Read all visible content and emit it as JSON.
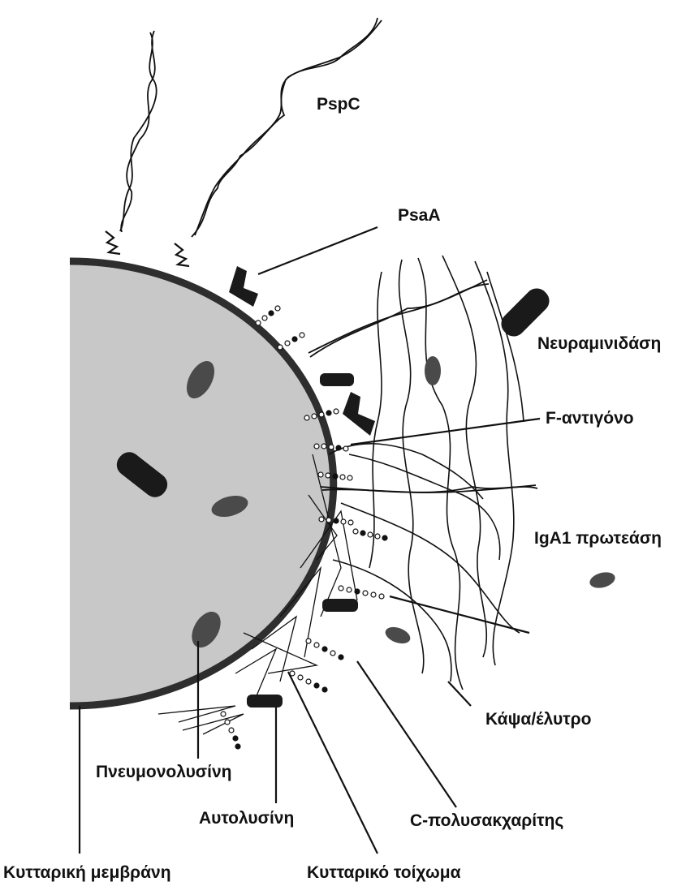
{
  "labels": {
    "pspc": "PspC",
    "psaa": "PsaA",
    "neuraminidase": "Νευραμινιδάση",
    "f_antigen": "F-αντιγόνο",
    "iga1_protease": "IgA1 πρωτεάση",
    "capsule": "Κάψα/έλυτρο",
    "c_polysaccharide": "C-πολυσακχαρίτης",
    "pneumolysin": "Πνευμονολυσίνη",
    "autolysin": "Αυτολυσίνη",
    "cell_membrane": "Κυτταρική μεμβράνη",
    "cell_wall": "Κυτταρικό τοίχωμα"
  },
  "colors": {
    "cell_fill": "#c8c8c8",
    "membrane": "#2e2e2e",
    "dark_protein": "#1a1a1a",
    "oval_protein": "#4a4a4a",
    "line": "#111111"
  }
}
